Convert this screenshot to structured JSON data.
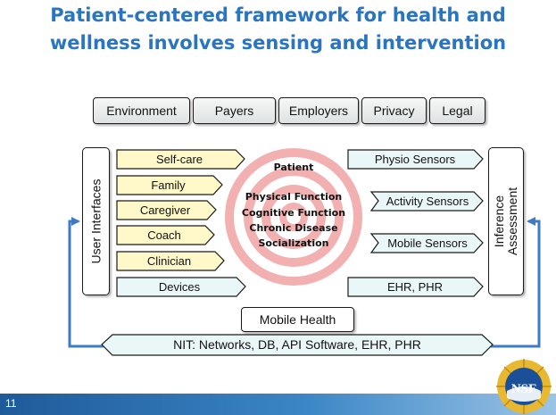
{
  "slide": {
    "title_line1": "Patient-centered framework  for health and",
    "title_line2": "wellness involves sensing and intervention",
    "page_number": "11"
  },
  "top_bar": [
    "Environment",
    "Payers",
    "Employers",
    "Privacy",
    "Legal"
  ],
  "left_panel": {
    "label": "User Interfaces",
    "items": [
      "Self-care",
      "Family",
      "Caregiver",
      "Coach",
      "Clinician",
      "Devices"
    ]
  },
  "right_panel": {
    "label_line1": "Inference",
    "label_line2": "Assessment",
    "items": [
      "Physio Sensors",
      "Activity Sensors",
      "Mobile Sensors",
      "EHR, PHR"
    ]
  },
  "center": {
    "title": "Patient",
    "items": [
      "Physical Function",
      "Cognitive Function",
      "Chronic Disease",
      "Socialization"
    ]
  },
  "bottom": {
    "mobile_health": "Mobile Health",
    "nit": "NIT: Networks, DB, API Software, EHR, PHR"
  },
  "logo": {
    "text": "NSF"
  },
  "colors": {
    "title": "#2a74c0",
    "yellow_box": "#fff8c8",
    "cyan_box": "#e8f8fa",
    "target_ring": "#f2b0b0",
    "feedback_line": "#3f7bc4",
    "footer": "#2a6cb0"
  }
}
